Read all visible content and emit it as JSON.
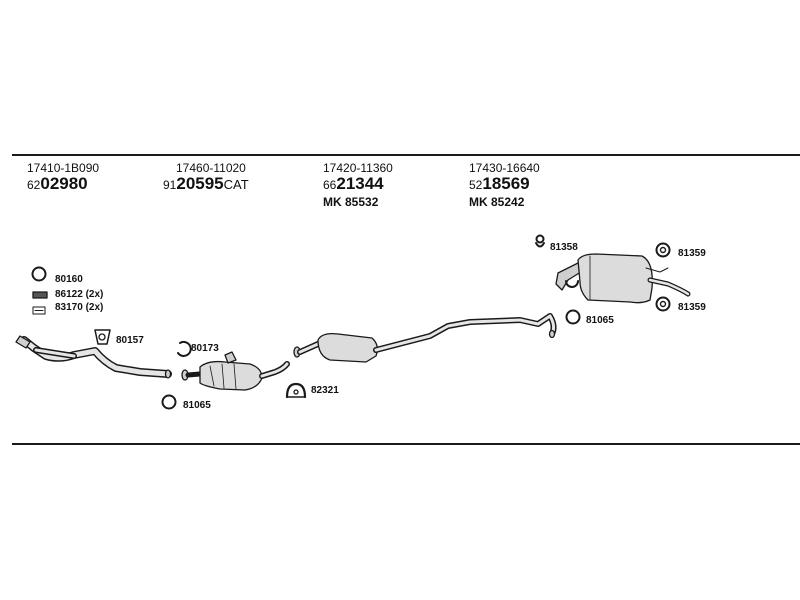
{
  "colors": {
    "ink": "#1a1a1a",
    "pipe_fill": "#e6e6e6",
    "part_fill": "#cfcfcf"
  },
  "groups": [
    {
      "oe": "17410-1B090",
      "prefix": "62",
      "number": "02980",
      "suffix": "",
      "mk": ""
    },
    {
      "oe": "17460-11020",
      "prefix": "91",
      "number": "20595",
      "suffix": "CAT",
      "mk": ""
    },
    {
      "oe": "17420-11360",
      "prefix": "66",
      "number": "21344",
      "suffix": "",
      "mk": "MK  85532"
    },
    {
      "oe": "17430-16640",
      "prefix": "52",
      "number": "18569",
      "suffix": "",
      "mk": "MK  85242"
    }
  ],
  "accessories": {
    "a80160": "80160",
    "a86122": "86122 (2x)",
    "a83170": "83170 (2x)",
    "a80157": "80157",
    "a80173": "80173",
    "a81065_left": "81065",
    "a82321": "82321",
    "a81358": "81358",
    "a81359_top": "81359",
    "a81359_bottom": "81359",
    "a81065_right": "81065"
  },
  "icons": {
    "ring": "o-ring-icon",
    "bolt": "bolt-icon",
    "clamp": "clamp-icon",
    "gasket": "gasket-icon",
    "hanger": "rubber-hanger-icon"
  }
}
